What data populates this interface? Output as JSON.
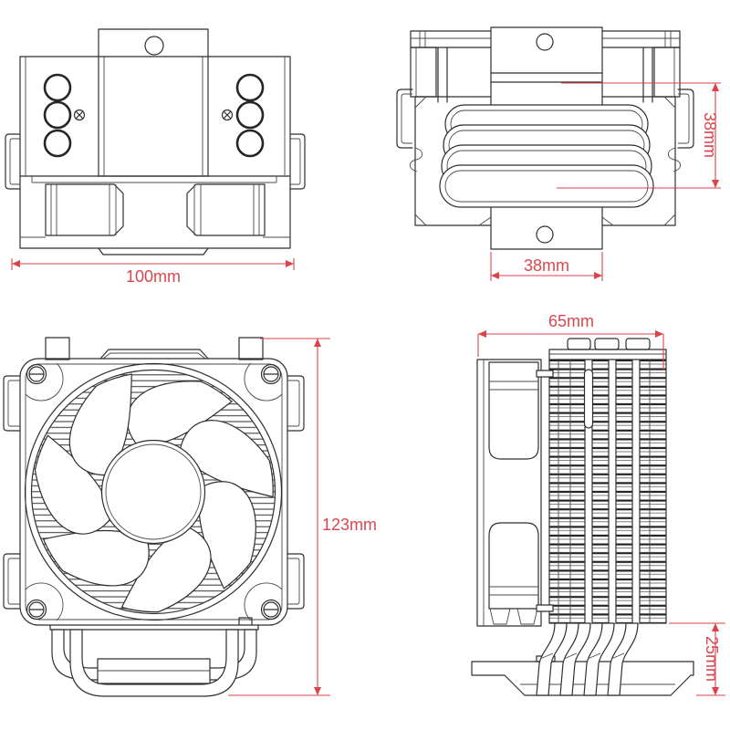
{
  "dimensions": {
    "top_view_width": "100mm",
    "heatpipe_height": "38mm",
    "bracket_width": "38mm",
    "total_height": "123mm",
    "side_depth": "65mm",
    "base_clearance": "25mm"
  },
  "colors": {
    "line": "#2f2f2f",
    "dimension_red": "#dd4249"
  }
}
